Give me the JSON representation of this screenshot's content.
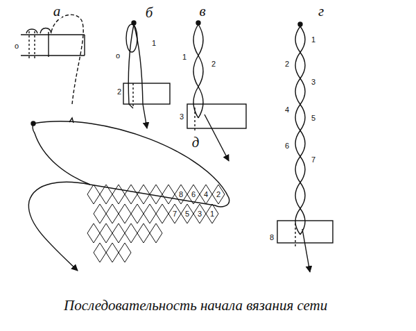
{
  "diagram": {
    "caption": "Последовательность начала вязания сети",
    "labels": [
      "а",
      "о",
      "б",
      "о",
      "1",
      "2",
      "в",
      "1",
      "2",
      "3",
      "г",
      "1",
      "2",
      "3",
      "4",
      "5",
      "6",
      "7",
      "8",
      "д",
      "8",
      "6",
      "4",
      "2",
      "7",
      "5",
      "3",
      "1"
    ]
  }
}
